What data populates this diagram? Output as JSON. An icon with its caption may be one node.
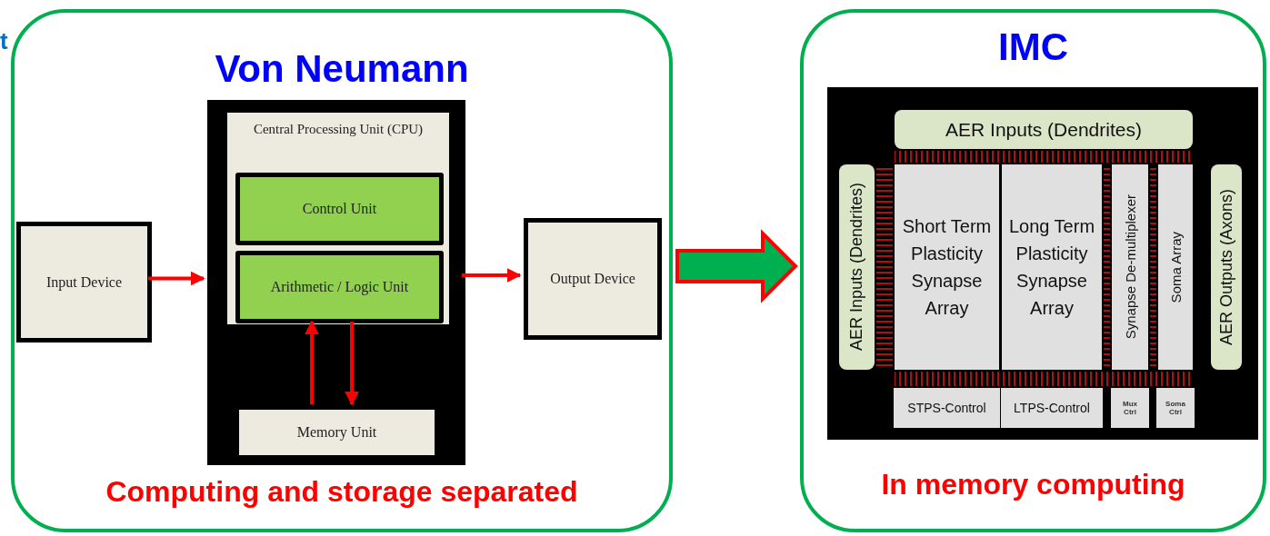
{
  "diagram": {
    "nodes": [
      {
        "text": [
          "Von Neumann",
          "Computing and storage separated"
        ]
      },
      {
        "text": [
          "Input Device"
        ],
        "in": 0
      },
      {
        "text": [],
        "shape": "box",
        "in": 0
      },
      {
        "text": [
          "Central Processing Unit (CPU)"
        ],
        "in": 2
      },
      {
        "text": [
          "Control Unit"
        ],
        "in": 3
      },
      {
        "text": [
          "Arithmetic / Logic Unit"
        ],
        "in": 3
      },
      {
        "text": [
          "Memory Unit"
        ],
        "in": 2
      },
      {
        "text": [
          "Output Device"
        ],
        "in": 0
      },
      {
        "text": [
          "IMC",
          "In memory computing"
        ]
      },
      {
        "text": [],
        "shape": "box",
        "in": 8
      },
      {
        "text": [
          "AER Inputs (Dendrites)"
        ],
        "in": 9
      },
      {
        "text": [
          "AER Inputs (Dendrites)"
        ],
        "in": 9
      },
      {
        "text": [
          "Short Term Plasticity Synapse Array"
        ],
        "in": 9
      },
      {
        "text": [
          "Long Term Plasticity Synapse Array"
        ],
        "in": 9
      },
      {
        "text": [
          "Synapse De-multiplexer"
        ],
        "in": 9
      },
      {
        "text": [
          "Soma Array"
        ],
        "in": 9
      },
      {
        "text": [
          "AER Outputs (Axons)"
        ],
        "in": 9
      },
      {
        "text": [
          "STPS-Control"
        ],
        "in": 9
      },
      {
        "text": [
          "LTPS-Control"
        ],
        "in": 9
      },
      {
        "text": [
          "Mux Ctrl"
        ],
        "in": 9
      },
      {
        "text": [
          "Soma Ctrl"
        ],
        "in": 9
      }
    ],
    "edges": [
      {
        "from": 1,
        "to": 2,
        "arrow": "to"
      },
      {
        "from": 2,
        "to": 7,
        "arrow": "to"
      },
      {
        "from": 6,
        "to": 5,
        "arrow": "to"
      },
      {
        "from": 5,
        "to": 6,
        "arrow": "to"
      },
      {
        "from": 0,
        "to": 8,
        "arrow": "to",
        "style": "thick",
        "color": "#00b050"
      }
    ],
    "labels": [
      "t"
    ]
  }
}
